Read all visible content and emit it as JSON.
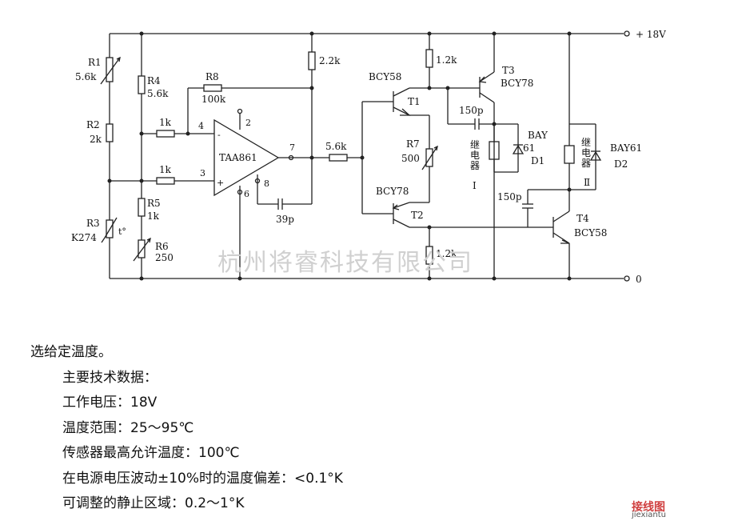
{
  "labels": {
    "supply": "+ 18V",
    "ground": "0",
    "r1": "R1",
    "r1_val": "5.6k",
    "r2": "R2",
    "r2_val": "2k",
    "r3": "R3",
    "r3_val": "K274",
    "r3_t": "t°",
    "r4": "R4",
    "r4_val": "5.6k",
    "r5": "R5",
    "r5_val": "1k",
    "r6": "R6",
    "r6_val": "250",
    "r8": "R8",
    "r8_val": "100k",
    "in4_res": "1k",
    "in3_res": "1k",
    "pin4": "4",
    "pin3": "3",
    "pin2": "2",
    "pin6": "6",
    "pin7": "7",
    "pin8": "8",
    "opamp": "TAA861",
    "cap39": "39p",
    "r_top22": "2.2k",
    "r_out56": "5.6k",
    "t1": "T1",
    "t1_type": "BCY58",
    "t2": "T2",
    "t2_type": "BCY78",
    "r_t1_top": "1.2k",
    "r_t2_bot": "1.2k",
    "r7": "R7",
    "r7_val": "500",
    "t3": "T3",
    "t3_type": "BCY78",
    "cap150a": "150p",
    "cap150b": "150p",
    "relay1": "继电器",
    "relay1_num": "Ⅰ",
    "d1_type_a": "BAY",
    "d1_type_b": "61",
    "d1": "D1",
    "relay2": "继电器",
    "relay2_num": "Ⅱ",
    "d2_type": "BAY61",
    "d2": "D2",
    "t4": "T4",
    "t4_type": "BCY58",
    "watermark": "杭州将睿科技有限公司"
  },
  "notes": {
    "line1": "选给定温度。",
    "line2": "主要技术数据：",
    "line3": "工作电压：18V",
    "line4": "温度范围：25～95℃",
    "line5": "传感器最高允许温度：100℃",
    "line6": "在电源电压波动±10%时的温度偏差：<0.1°K",
    "line7": "可调整的静止区域：0.2～1°K"
  },
  "logo": {
    "main": "接线图",
    "sub": "jiexiantu"
  }
}
